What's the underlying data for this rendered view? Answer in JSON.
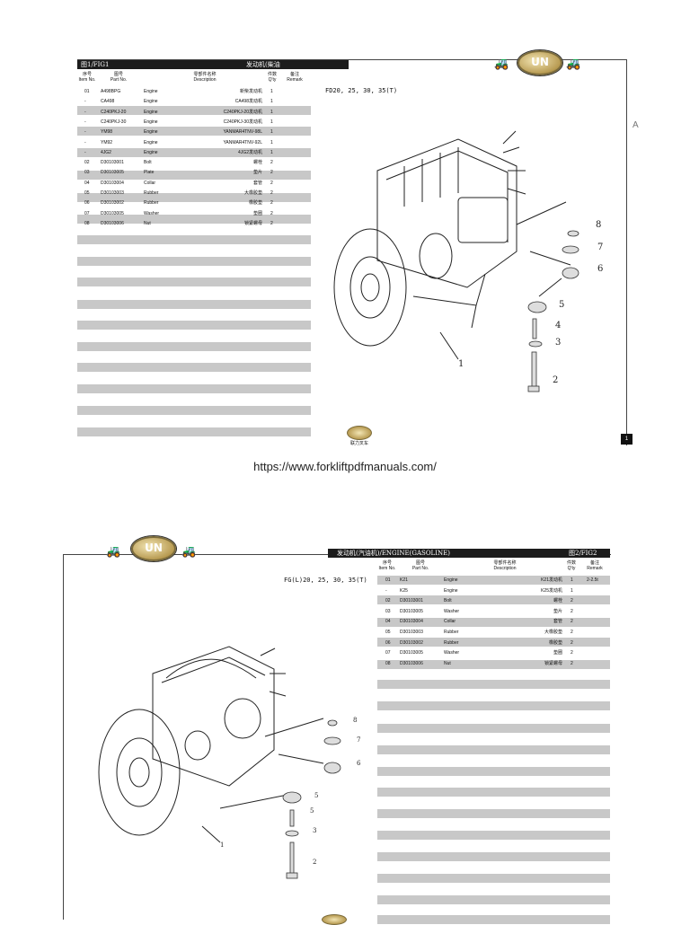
{
  "page1": {
    "fig": "图1/FIG1",
    "title": "发动机(柴油机)/ENGINE(DIESEL)",
    "headers": {
      "item_cn": "序号",
      "item_en": "Item No.",
      "part_cn": "图号",
      "part_en": "Part No.",
      "desc_cn": "零部件名称",
      "desc_en": "Description",
      "qty_cn": "件数",
      "qty_en": "Q'ty",
      "remark_cn": "备注",
      "remark_en": "Remark"
    },
    "model": "FD20, 25, 30, 35(T)",
    "rows": [
      {
        "item": "01",
        "part": "A498BPG",
        "en": "Engine",
        "cn": "新柴发动机",
        "qty": "1"
      },
      {
        "item": "-",
        "part": "CA498",
        "en": "Engine",
        "cn": "CA498发动机",
        "qty": "1"
      },
      {
        "item": "-",
        "part": "C240PKJ-20",
        "en": "Engine",
        "cn": "C240PKJ-20发动机",
        "qty": "1"
      },
      {
        "item": "-",
        "part": "C240PKJ-30",
        "en": "Engine",
        "cn": "C240PKJ-30发动机",
        "qty": "1"
      },
      {
        "item": "-",
        "part": "YM98",
        "en": "Engine",
        "cn": "YANMAR4TNV-98L",
        "qty": "1"
      },
      {
        "item": "-",
        "part": "YM92",
        "en": "Engine",
        "cn": "YANMAR4TNV-92L",
        "qty": "1"
      },
      {
        "item": "-",
        "part": "4JG2",
        "en": "Engine",
        "cn": "4JG2发动机",
        "qty": "1"
      },
      {
        "item": "02",
        "part": "D30103001",
        "en": "Bolt",
        "cn": "螺栓",
        "qty": "2"
      },
      {
        "item": "03",
        "part": "D30103005",
        "en": "Plate",
        "cn": "垫片",
        "qty": "2"
      },
      {
        "item": "04",
        "part": "D30103004",
        "en": "Collar",
        "cn": "套管",
        "qty": "2"
      },
      {
        "item": "05",
        "part": "D30103003",
        "en": "Rubber",
        "cn": "大橡胶垫",
        "qty": "2"
      },
      {
        "item": "06",
        "part": "D30103002",
        "en": "Rubber",
        "cn": "橡胶垫",
        "qty": "2"
      },
      {
        "item": "07",
        "part": "D30103005",
        "en": "Washer",
        "cn": "垫圈",
        "qty": "2"
      },
      {
        "item": "08",
        "part": "D30103006",
        "en": "Nut",
        "cn": "锁紧螺母",
        "qty": "2"
      }
    ],
    "callouts": [
      "1",
      "2",
      "3",
      "4",
      "5",
      "6",
      "7",
      "8"
    ],
    "side_letter": "A",
    "page_number": "1",
    "badge_text": "UN",
    "footer_logo_text": "联力叉车"
  },
  "url": "https://www.forkliftpdfmanuals.com/",
  "page2": {
    "fig": "图2/FIG2",
    "title": "发动机(汽油机)/ENGINE(GASOLINE)",
    "headers": {
      "item_cn": "序号",
      "item_en": "Item No.",
      "part_cn": "图号",
      "part_en": "Part No.",
      "desc_cn": "零部件名称",
      "desc_en": "Description",
      "qty_cn": "件数",
      "qty_en": "Q'ty",
      "remark_cn": "备注",
      "remark_en": "Remark"
    },
    "model": "FG(L)20, 25, 30, 35(T)",
    "rows": [
      {
        "item": "01",
        "part": "K21",
        "en": "Engine",
        "cn": "K21发动机",
        "qty": "1",
        "remark": "2-2.5t"
      },
      {
        "item": "-",
        "part": "K25",
        "en": "Engine",
        "cn": "K25发动机",
        "qty": "1",
        "remark": ""
      },
      {
        "item": "02",
        "part": "D30103001",
        "en": "Bolt",
        "cn": "螺栓",
        "qty": "2",
        "remark": ""
      },
      {
        "item": "03",
        "part": "D30103005",
        "en": "Washer",
        "cn": "垫片",
        "qty": "2",
        "remark": ""
      },
      {
        "item": "04",
        "part": "D30103004",
        "en": "Collar",
        "cn": "套管",
        "qty": "2",
        "remark": ""
      },
      {
        "item": "05",
        "part": "D30103003",
        "en": "Rubber",
        "cn": "大橡胶垫",
        "qty": "2",
        "remark": ""
      },
      {
        "item": "06",
        "part": "D30103002",
        "en": "Rubber",
        "cn": "橡胶垫",
        "qty": "2",
        "remark": ""
      },
      {
        "item": "07",
        "part": "D30103005",
        "en": "Washer",
        "cn": "垫圈",
        "qty": "2",
        "remark": ""
      },
      {
        "item": "08",
        "part": "D30103006",
        "en": "Nut",
        "cn": "锁紧螺母",
        "qty": "2",
        "remark": ""
      }
    ],
    "callouts": [
      "1",
      "2",
      "3",
      "5",
      "5",
      "6",
      "7",
      "8"
    ],
    "badge_text": "UN"
  }
}
